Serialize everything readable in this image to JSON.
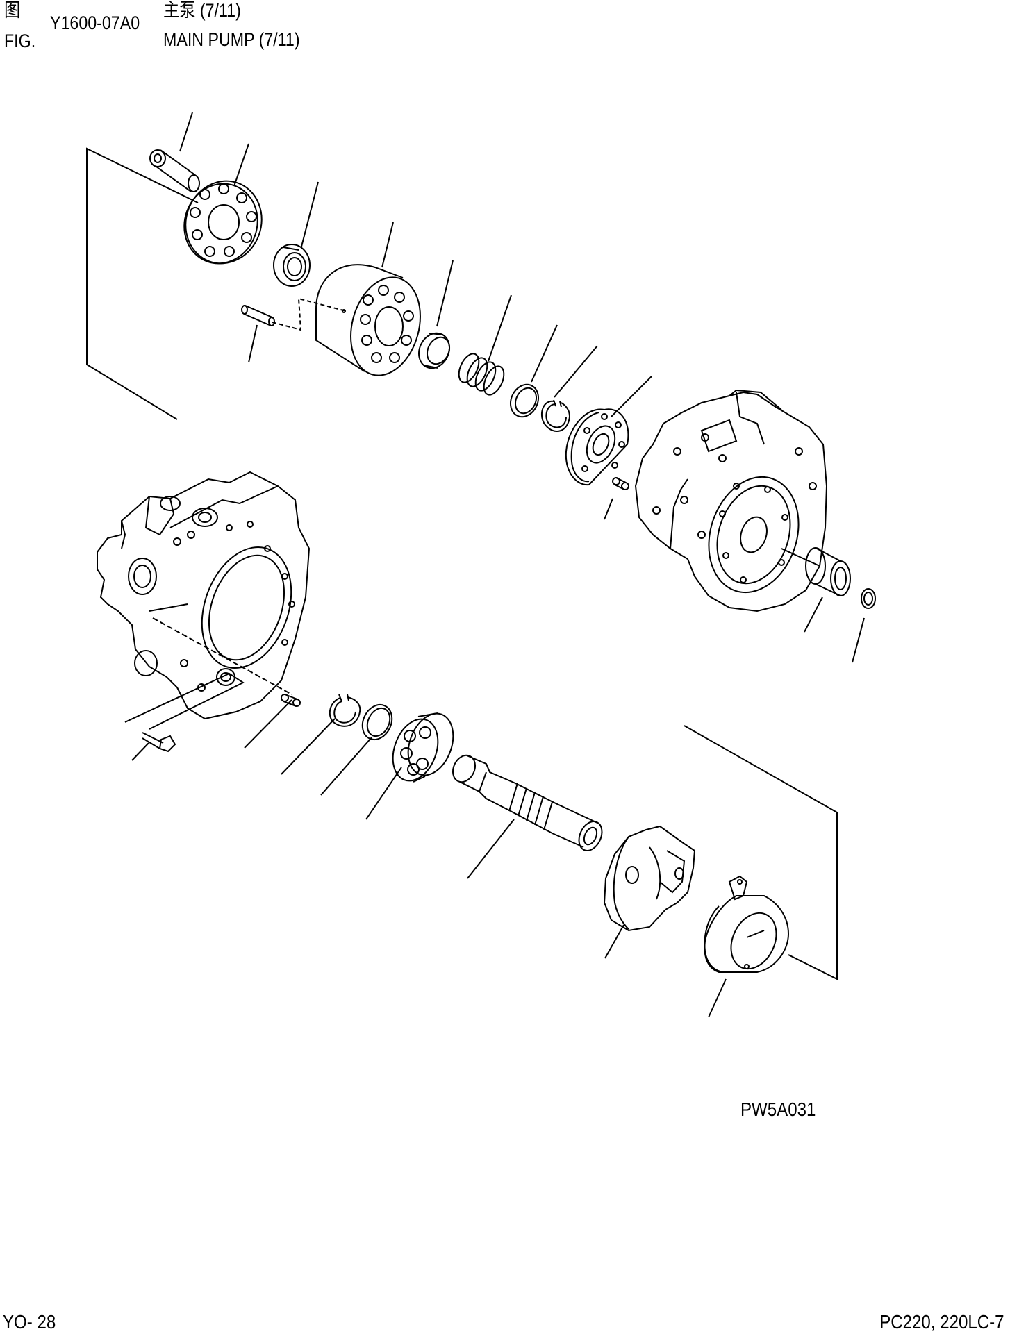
{
  "header": {
    "fig_label_cn": "图",
    "fig_label_en": "FIG.",
    "fig_number": "Y1600-07A0",
    "title_cn": "主泵 (7/11)",
    "title_en": "MAIN PUMP (7/11)"
  },
  "drawing_code": "PW5A031",
  "footer": {
    "page_number": "YO- 28",
    "model": "PC220, 220LC-7"
  }
}
